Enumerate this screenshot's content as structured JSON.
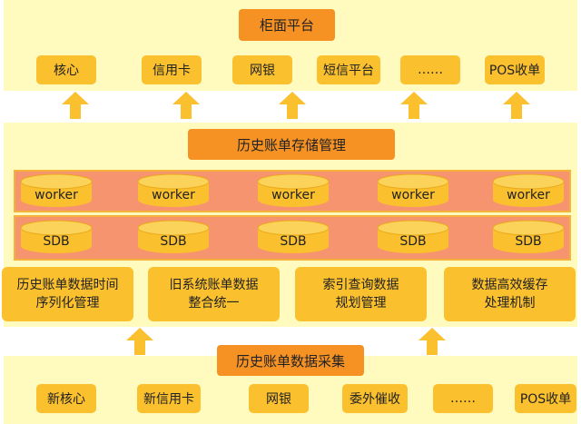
{
  "top": {
    "title": "柜面平台",
    "items": [
      "核心",
      "信用卡",
      "网银",
      "短信平台",
      "……",
      "POS收单"
    ]
  },
  "middle": {
    "title": "历史账单存储管理",
    "worker_label": "worker",
    "sdb_label": "SDB",
    "modules": [
      {
        "line1": "历史账单数据时间",
        "line2": "序列化管理"
      },
      {
        "line1": "旧系统账单数据",
        "line2": "整合统一"
      },
      {
        "line1": "索引查询数据",
        "line2": "规划管理"
      },
      {
        "line1": "数据高效缓存",
        "line2": "处理机制"
      }
    ]
  },
  "bottom": {
    "title": "历史账单数据采集",
    "items": [
      "新核心",
      "新信用卡",
      "网银",
      "委外催收",
      "……",
      "POS收单"
    ]
  },
  "colors": {
    "band": "#fffbbf",
    "box": "#fbc02d",
    "header": "#f59223",
    "strip": "#f79470",
    "cylinder": "#fbc02d",
    "arrow": "#fbc02d"
  }
}
